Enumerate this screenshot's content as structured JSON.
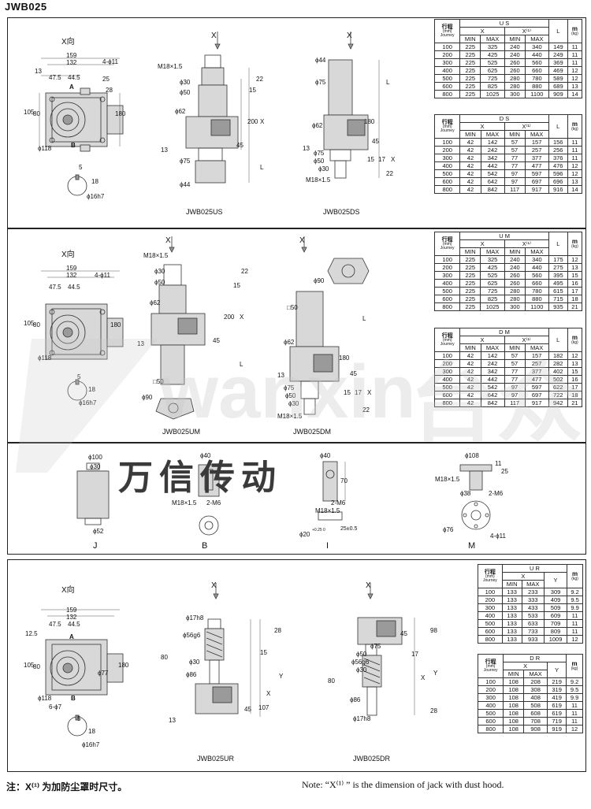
{
  "title": "JWB025",
  "labels": {
    "x_dir": "X向",
    "x_arrow": "X",
    "d159": "159",
    "d132": "132",
    "d4phi11": "4-ϕ11",
    "d13": "13",
    "d47": "47.5",
    "d44": "44.5",
    "d25": "25",
    "d28": "28",
    "d105": "105",
    "d80": "80",
    "d125": "12.5",
    "d180": "180",
    "phi118": "ϕ118",
    "a": "A",
    "b": "B",
    "d5": "5",
    "d18": "18",
    "phi16h7": "ϕ16h7",
    "m18": "M18×1.5",
    "phi30": "ϕ30",
    "phi50": "ϕ50",
    "phi62": "ϕ62",
    "phi75": "ϕ75",
    "phi44": "ϕ44",
    "d22": "22",
    "d15": "15",
    "d200": "200",
    "x": "X",
    "l": "L",
    "d45": "45",
    "d17": "17",
    "phi90": "ϕ90",
    "sq50": "□50",
    "phi100": "ϕ100",
    "phi52": "ϕ52",
    "phi40": "ϕ40",
    "d70": "70",
    "d2m6": "2-M6",
    "phi108": "ϕ108",
    "phi38": "ϕ38",
    "phi76": "ϕ76",
    "d11": "11",
    "phi205": "ϕ20",
    "phi205_tol": "+0.25 0",
    "d25_05": "25±0.5",
    "phi17h8": "ϕ17h8",
    "phi56g6": "ϕ56g6",
    "phi86": "ϕ86",
    "phi77": "ϕ77",
    "d6phi7": "6-ϕ7",
    "y": "Y",
    "d107": "107",
    "d98": "98"
  },
  "captions": {
    "us": "JWB025US",
    "ds": "JWB025DS",
    "um": "JWB025UM",
    "dm": "JWB025DM",
    "j": "J",
    "b": "B",
    "i": "I",
    "m": "M",
    "ur": "JWB025UR",
    "dr": "JWB025DR"
  },
  "table_head": {
    "stroke_cn": "行程",
    "stroke_unit": "(mm)",
    "stroke_en": "Journey",
    "x": "X",
    "x1": "X⁽¹⁾",
    "min": "MIN",
    "max": "MAX",
    "l": "L",
    "m": "m",
    "kg": "(kg)",
    "y": "Y"
  },
  "tables": {
    "us": {
      "name": "U S",
      "rows": [
        [
          "100",
          "225",
          "325",
          "240",
          "340",
          "149",
          "11"
        ],
        [
          "200",
          "225",
          "425",
          "240",
          "440",
          "249",
          "11"
        ],
        [
          "300",
          "225",
          "525",
          "260",
          "560",
          "369",
          "11"
        ],
        [
          "400",
          "225",
          "625",
          "260",
          "660",
          "469",
          "12"
        ],
        [
          "500",
          "225",
          "725",
          "280",
          "780",
          "589",
          "12"
        ],
        [
          "600",
          "225",
          "825",
          "280",
          "880",
          "689",
          "13"
        ],
        [
          "800",
          "225",
          "1025",
          "300",
          "1100",
          "909",
          "14"
        ]
      ]
    },
    "ds": {
      "name": "D S",
      "rows": [
        [
          "100",
          "42",
          "142",
          "57",
          "157",
          "156",
          "11"
        ],
        [
          "200",
          "42",
          "242",
          "57",
          "257",
          "256",
          "11"
        ],
        [
          "300",
          "42",
          "342",
          "77",
          "377",
          "376",
          "11"
        ],
        [
          "400",
          "42",
          "442",
          "77",
          "477",
          "476",
          "12"
        ],
        [
          "500",
          "42",
          "542",
          "97",
          "597",
          "596",
          "12"
        ],
        [
          "600",
          "42",
          "642",
          "97",
          "697",
          "696",
          "13"
        ],
        [
          "800",
          "42",
          "842",
          "117",
          "917",
          "916",
          "14"
        ]
      ]
    },
    "um": {
      "name": "U M",
      "rows": [
        [
          "100",
          "225",
          "325",
          "240",
          "340",
          "175",
          "12"
        ],
        [
          "200",
          "225",
          "425",
          "240",
          "440",
          "275",
          "13"
        ],
        [
          "300",
          "225",
          "525",
          "260",
          "560",
          "395",
          "15"
        ],
        [
          "400",
          "225",
          "625",
          "260",
          "660",
          "495",
          "16"
        ],
        [
          "500",
          "225",
          "725",
          "280",
          "780",
          "615",
          "17"
        ],
        [
          "600",
          "225",
          "825",
          "280",
          "880",
          "715",
          "18"
        ],
        [
          "800",
          "225",
          "1025",
          "300",
          "1100",
          "935",
          "21"
        ]
      ]
    },
    "dm": {
      "name": "D M",
      "rows": [
        [
          "100",
          "42",
          "142",
          "57",
          "157",
          "182",
          "12"
        ],
        [
          "200",
          "42",
          "242",
          "57",
          "257",
          "282",
          "13"
        ],
        [
          "300",
          "42",
          "342",
          "77",
          "377",
          "402",
          "15"
        ],
        [
          "400",
          "42",
          "442",
          "77",
          "477",
          "502",
          "16"
        ],
        [
          "500",
          "42",
          "542",
          "97",
          "597",
          "622",
          "17"
        ],
        [
          "600",
          "42",
          "642",
          "97",
          "697",
          "722",
          "18"
        ],
        [
          "800",
          "42",
          "842",
          "117",
          "917",
          "942",
          "21"
        ]
      ]
    },
    "ur": {
      "name": "U R",
      "rows": [
        [
          "100",
          "133",
          "233",
          "309",
          "9.2"
        ],
        [
          "200",
          "133",
          "333",
          "409",
          "9.5"
        ],
        [
          "300",
          "133",
          "433",
          "509",
          "9.9"
        ],
        [
          "400",
          "133",
          "533",
          "609",
          "11"
        ],
        [
          "500",
          "133",
          "633",
          "709",
          "11"
        ],
        [
          "600",
          "133",
          "733",
          "809",
          "11"
        ],
        [
          "800",
          "133",
          "933",
          "1009",
          "12"
        ]
      ]
    },
    "dr": {
      "name": "D R",
      "rows": [
        [
          "100",
          "108",
          "208",
          "219",
          "9.2"
        ],
        [
          "200",
          "108",
          "308",
          "319",
          "9.5"
        ],
        [
          "300",
          "108",
          "408",
          "419",
          "9.9"
        ],
        [
          "400",
          "108",
          "508",
          "619",
          "11"
        ],
        [
          "500",
          "108",
          "608",
          "619",
          "11"
        ],
        [
          "600",
          "108",
          "708",
          "719",
          "11"
        ],
        [
          "800",
          "108",
          "908",
          "919",
          "12"
        ]
      ]
    }
  },
  "watermark": {
    "brand": "wanxin",
    "cn": "万信传动",
    "cn2": "台众"
  },
  "notes": {
    "cn": "注：X⁽¹⁾ 为加防尘罩时尺寸。",
    "en": "Note: “X⁽¹⁾ ” is the dimension of jack with dust hood."
  },
  "colors": {
    "line": "#333333",
    "watermark": "#c8c8c8",
    "brand_accent": "#e0203a"
  }
}
